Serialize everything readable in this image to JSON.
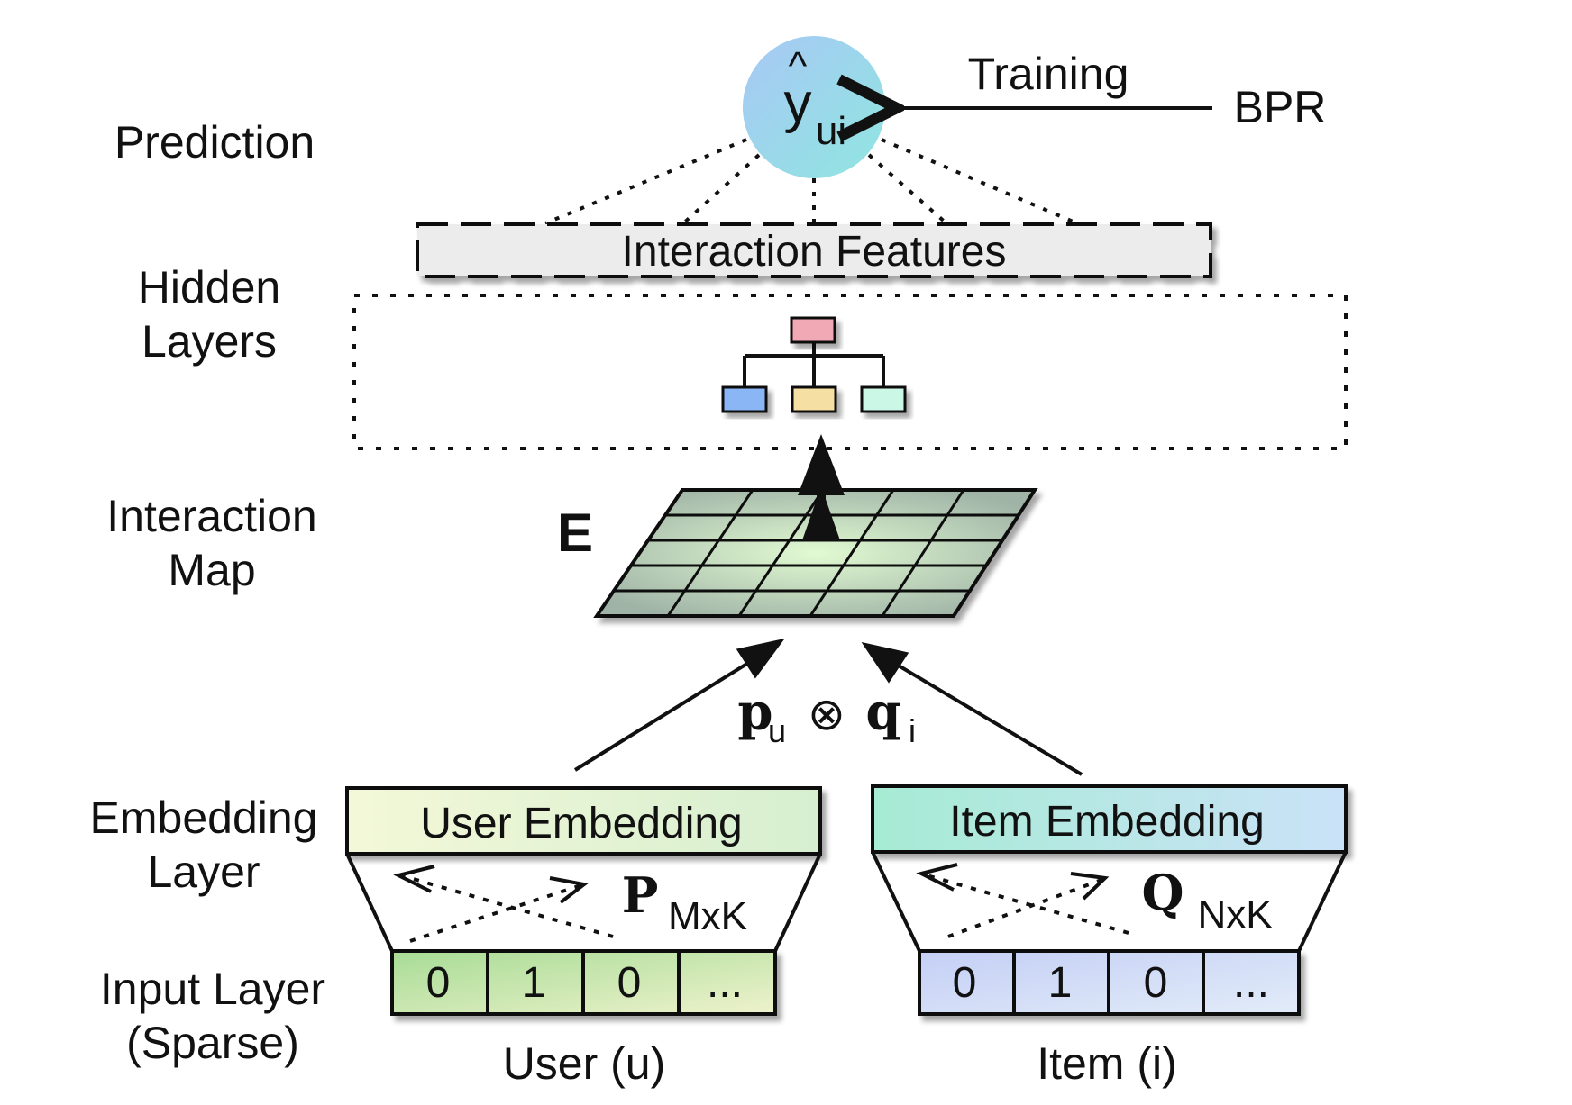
{
  "layers": {
    "prediction": [
      "Prediction"
    ],
    "hidden": [
      "Hidden",
      "Layers"
    ],
    "interaction_map": [
      "Interaction",
      "Map"
    ],
    "embedding": [
      "Embedding",
      "Layer"
    ],
    "input": [
      "Input Layer",
      "(Sparse)"
    ]
  },
  "prediction_node": {
    "symbol": "y",
    "hat": "^",
    "subscript": "ui"
  },
  "training": {
    "label": "Training",
    "loss": "BPR"
  },
  "interaction_features": "Interaction Features",
  "interaction_map": {
    "label": "E"
  },
  "product": {
    "p": "p",
    "p_sub": "u",
    "op": "⊗",
    "q": "q",
    "q_sub": "i"
  },
  "user": {
    "embedding_label": "User Embedding",
    "matrix": "P",
    "matrix_dims": "MxK",
    "input_cells": [
      "0",
      "1",
      "0",
      "..."
    ],
    "caption": "User (u)"
  },
  "item": {
    "embedding_label": "Item Embedding",
    "matrix": "Q",
    "matrix_dims": "NxK",
    "input_cells": [
      "0",
      "1",
      "0",
      "..."
    ],
    "caption": "Item (i)"
  },
  "colors": {
    "node_gradient": [
      "#a8c8f5",
      "#8fe3e3"
    ],
    "user_embedding": [
      "#f2f7d8",
      "#d8f0d2"
    ],
    "item_embedding": [
      "#a8ecd6",
      "#c8e4f7"
    ],
    "user_input": [
      "#b5e0a0",
      "#e8f0c8"
    ],
    "item_input": [
      "#c8d4f7",
      "#dde8f7"
    ],
    "grid": [
      "#9ab0a0",
      "#dff5d0"
    ],
    "hidden_top": "#f0a8b8",
    "hidden_left": "#8ab8f7",
    "hidden_mid": "#f7e0a0",
    "hidden_right": "#c8f7e8"
  }
}
